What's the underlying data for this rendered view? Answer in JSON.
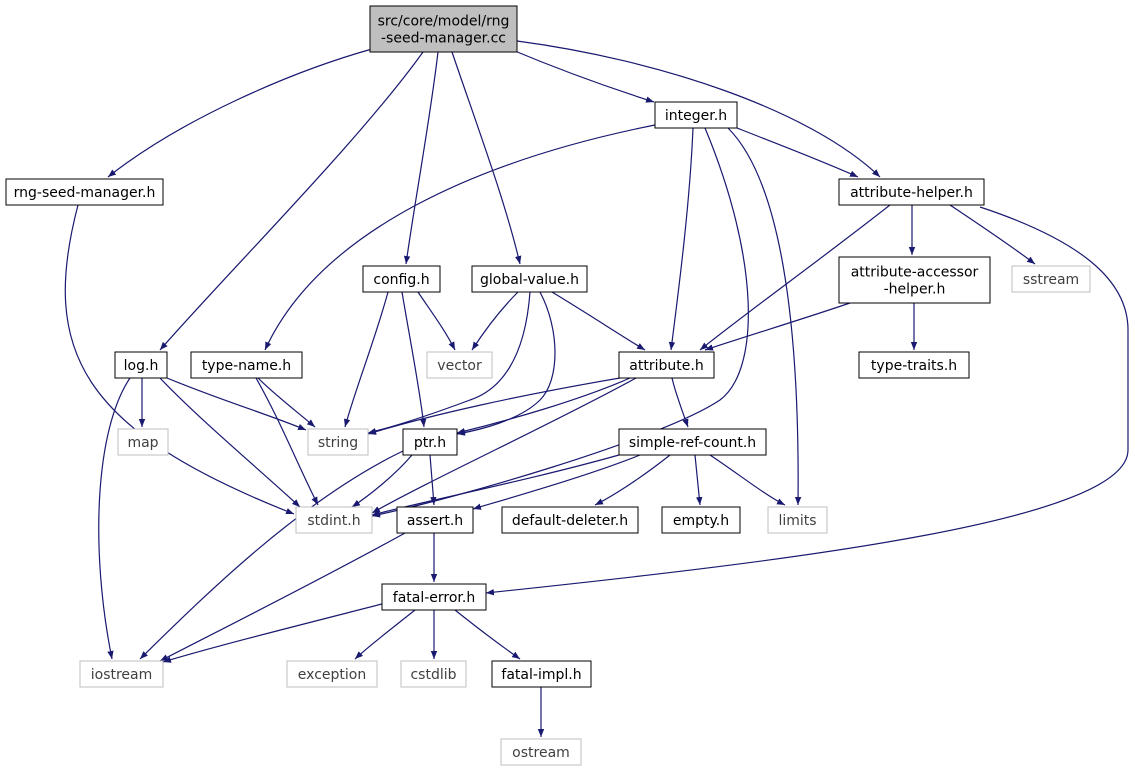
{
  "graph": {
    "edge_color": "#191970",
    "root_fill": "#bfbfbf",
    "local_border": "#000000",
    "system_border": "#bfbfbf",
    "nodes": [
      {
        "id": "root",
        "lines": [
          "src/core/model/rng",
          "-seed-manager.cc"
        ],
        "kind": "root"
      },
      {
        "id": "integer",
        "lines": [
          "integer.h"
        ],
        "kind": "local"
      },
      {
        "id": "rng-seed-manager",
        "lines": [
          "rng-seed-manager.h"
        ],
        "kind": "local"
      },
      {
        "id": "attribute-helper",
        "lines": [
          "attribute-helper.h"
        ],
        "kind": "local"
      },
      {
        "id": "config",
        "lines": [
          "config.h"
        ],
        "kind": "local"
      },
      {
        "id": "global-value",
        "lines": [
          "global-value.h"
        ],
        "kind": "local"
      },
      {
        "id": "attribute-accessor-helper",
        "lines": [
          "attribute-accessor",
          "-helper.h"
        ],
        "kind": "local"
      },
      {
        "id": "sstream",
        "lines": [
          "sstream"
        ],
        "kind": "system"
      },
      {
        "id": "log",
        "lines": [
          "log.h"
        ],
        "kind": "local"
      },
      {
        "id": "type-name",
        "lines": [
          "type-name.h"
        ],
        "kind": "local"
      },
      {
        "id": "vector",
        "lines": [
          "vector"
        ],
        "kind": "system"
      },
      {
        "id": "attribute",
        "lines": [
          "attribute.h"
        ],
        "kind": "local"
      },
      {
        "id": "type-traits",
        "lines": [
          "type-traits.h"
        ],
        "kind": "local"
      },
      {
        "id": "map",
        "lines": [
          "map"
        ],
        "kind": "system"
      },
      {
        "id": "string",
        "lines": [
          "string"
        ],
        "kind": "system"
      },
      {
        "id": "ptr",
        "lines": [
          "ptr.h"
        ],
        "kind": "local"
      },
      {
        "id": "simple-ref-count",
        "lines": [
          "simple-ref-count.h"
        ],
        "kind": "local"
      },
      {
        "id": "stdint",
        "lines": [
          "stdint.h"
        ],
        "kind": "system"
      },
      {
        "id": "assert",
        "lines": [
          "assert.h"
        ],
        "kind": "local"
      },
      {
        "id": "default-deleter",
        "lines": [
          "default-deleter.h"
        ],
        "kind": "local"
      },
      {
        "id": "empty",
        "lines": [
          "empty.h"
        ],
        "kind": "local"
      },
      {
        "id": "limits",
        "lines": [
          "limits"
        ],
        "kind": "system"
      },
      {
        "id": "fatal-error",
        "lines": [
          "fatal-error.h"
        ],
        "kind": "local"
      },
      {
        "id": "iostream",
        "lines": [
          "iostream"
        ],
        "kind": "system"
      },
      {
        "id": "exception",
        "lines": [
          "exception"
        ],
        "kind": "system"
      },
      {
        "id": "cstdlib",
        "lines": [
          "cstdlib"
        ],
        "kind": "system"
      },
      {
        "id": "fatal-impl",
        "lines": [
          "fatal-impl.h"
        ],
        "kind": "local"
      },
      {
        "id": "ostream",
        "lines": [
          "ostream"
        ],
        "kind": "system"
      }
    ],
    "edges": [
      {
        "from": "root",
        "to": "rng-seed-manager"
      },
      {
        "from": "root",
        "to": "log"
      },
      {
        "from": "root",
        "to": "config"
      },
      {
        "from": "root",
        "to": "global-value"
      },
      {
        "from": "root",
        "to": "integer"
      },
      {
        "from": "root",
        "to": "attribute-helper"
      },
      {
        "from": "rng-seed-manager",
        "to": "stdint"
      },
      {
        "from": "integer",
        "to": "type-name"
      },
      {
        "from": "integer",
        "to": "attribute"
      },
      {
        "from": "integer",
        "to": "stdint"
      },
      {
        "from": "integer",
        "to": "limits"
      },
      {
        "from": "integer",
        "to": "attribute-helper"
      },
      {
        "from": "attribute-helper",
        "to": "attribute-accessor-helper"
      },
      {
        "from": "attribute-helper",
        "to": "sstream"
      },
      {
        "from": "attribute-helper",
        "to": "attribute"
      },
      {
        "from": "attribute-helper",
        "to": "fatal-error"
      },
      {
        "from": "attribute-accessor-helper",
        "to": "attribute"
      },
      {
        "from": "attribute-accessor-helper",
        "to": "type-traits"
      },
      {
        "from": "config",
        "to": "string"
      },
      {
        "from": "config",
        "to": "vector"
      },
      {
        "from": "config",
        "to": "ptr"
      },
      {
        "from": "global-value",
        "to": "vector"
      },
      {
        "from": "global-value",
        "to": "string"
      },
      {
        "from": "global-value",
        "to": "ptr"
      },
      {
        "from": "global-value",
        "to": "attribute"
      },
      {
        "from": "log",
        "to": "map"
      },
      {
        "from": "log",
        "to": "string"
      },
      {
        "from": "log",
        "to": "stdint"
      },
      {
        "from": "log",
        "to": "iostream"
      },
      {
        "from": "type-name",
        "to": "string"
      },
      {
        "from": "type-name",
        "to": "stdint"
      },
      {
        "from": "attribute",
        "to": "string"
      },
      {
        "from": "attribute",
        "to": "ptr"
      },
      {
        "from": "attribute",
        "to": "stdint"
      },
      {
        "from": "attribute",
        "to": "simple-ref-count"
      },
      {
        "from": "ptr",
        "to": "stdint"
      },
      {
        "from": "ptr",
        "to": "assert"
      },
      {
        "from": "ptr",
        "to": "iostream"
      },
      {
        "from": "simple-ref-count",
        "to": "stdint"
      },
      {
        "from": "simple-ref-count",
        "to": "assert"
      },
      {
        "from": "simple-ref-count",
        "to": "default-deleter"
      },
      {
        "from": "simple-ref-count",
        "to": "empty"
      },
      {
        "from": "simple-ref-count",
        "to": "limits"
      },
      {
        "from": "assert",
        "to": "fatal-error"
      },
      {
        "from": "assert",
        "to": "iostream"
      },
      {
        "from": "fatal-error",
        "to": "iostream"
      },
      {
        "from": "fatal-error",
        "to": "exception"
      },
      {
        "from": "fatal-error",
        "to": "cstdlib"
      },
      {
        "from": "fatal-error",
        "to": "fatal-impl"
      },
      {
        "from": "fatal-impl",
        "to": "ostream"
      }
    ]
  }
}
